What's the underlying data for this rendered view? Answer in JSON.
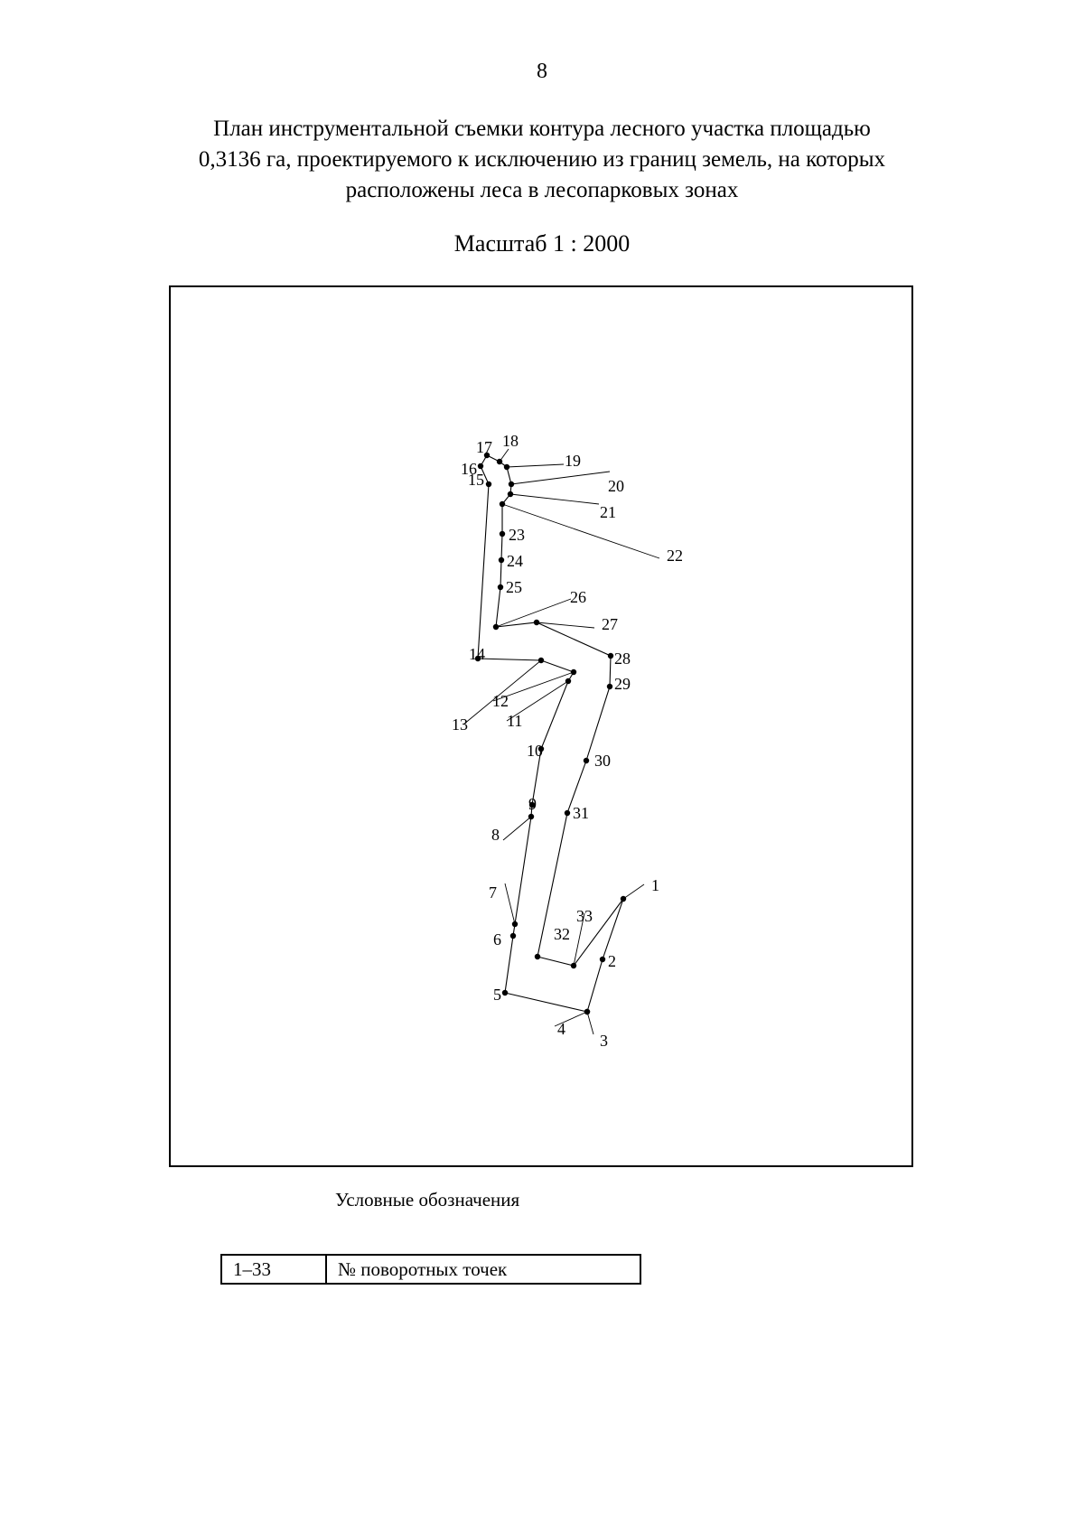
{
  "page_number": "8",
  "title_lines": [
    "План инструментальной съемки контура лесного участка площадью",
    "0,3136 га, проектируемого к исключению из границ земель, на которых",
    "расположены леса в лесопарковых зонах"
  ],
  "scale": "Масштаб 1 : 2000",
  "plan": {
    "points": [
      {
        "n": "1"
      },
      {
        "n": "2"
      },
      {
        "n": "3"
      },
      {
        "n": "4"
      },
      {
        "n": "5"
      },
      {
        "n": "6"
      },
      {
        "n": "7"
      },
      {
        "n": "8"
      },
      {
        "n": "9"
      },
      {
        "n": "10"
      },
      {
        "n": "11"
      },
      {
        "n": "12"
      },
      {
        "n": "13"
      },
      {
        "n": "14"
      },
      {
        "n": "15"
      },
      {
        "n": "16"
      },
      {
        "n": "17"
      },
      {
        "n": "18"
      },
      {
        "n": "19"
      },
      {
        "n": "20"
      },
      {
        "n": "21"
      },
      {
        "n": "22"
      },
      {
        "n": "23"
      },
      {
        "n": "24"
      },
      {
        "n": "25"
      },
      {
        "n": "26"
      },
      {
        "n": "27"
      },
      {
        "n": "28"
      },
      {
        "n": "29"
      },
      {
        "n": "30"
      },
      {
        "n": "31"
      },
      {
        "n": "32"
      },
      {
        "n": "33"
      }
    ]
  },
  "legend": {
    "title": "Условные обозначения",
    "rows": [
      {
        "symbol": "1–33",
        "description": "№ поворотных точек"
      }
    ]
  }
}
